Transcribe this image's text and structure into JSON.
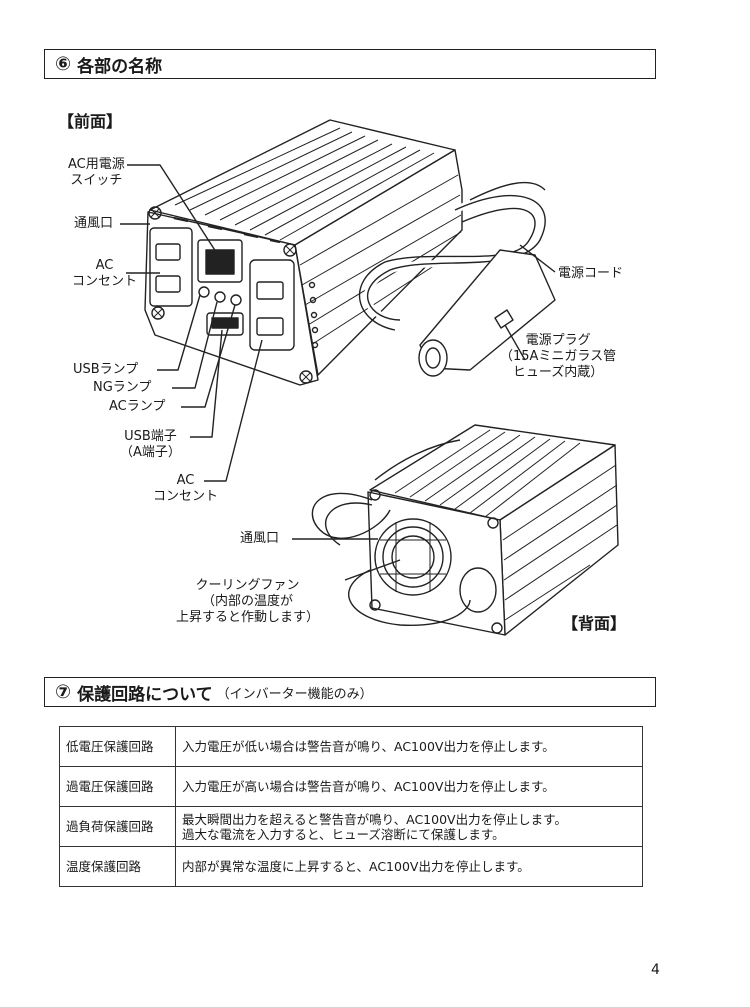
{
  "section6": {
    "num": "⑥",
    "title": "各部の名称"
  },
  "front_label": "【前面】",
  "back_label": "【背面】",
  "labels": {
    "ac_switch": "AC用電源\nスイッチ",
    "vent_front": "通風口",
    "ac_outlet_left": "AC\nコンセント",
    "usb_lamp": "USBランプ",
    "ng_lamp": "NGランプ",
    "ac_lamp": "ACランプ",
    "usb_port": "USB端子\n（A端子）",
    "ac_outlet_bottom": "AC\nコンセント",
    "power_cord": "電源コード",
    "power_plug": "電源プラグ\n（15Aミニガラス管\nヒューズ内蔵）",
    "vent_back": "通風口",
    "cooling_fan": "クーリングファン\n（内部の温度が\n上昇すると作動します）"
  },
  "section7": {
    "num": "⑦",
    "title": "保護回路について",
    "subtitle": "（インバーター機能のみ）"
  },
  "protection_rows": [
    {
      "name": "低電圧保護回路",
      "desc": "入力電圧が低い場合は警告音が鳴り、AC100V出力を停止します。"
    },
    {
      "name": "過電圧保護回路",
      "desc": "入力電圧が高い場合は警告音が鳴り、AC100V出力を停止します。"
    },
    {
      "name": "過負荷保護回路",
      "desc": "最大瞬間出力を超えると警告音が鳴り、AC100V出力を停止します。\n過大な電流を入力すると、ヒューズ溶断にて保護します。"
    },
    {
      "name": "温度保護回路",
      "desc": "内部が異常な温度に上昇すると、AC100V出力を停止します。"
    }
  ],
  "page_number": "4"
}
